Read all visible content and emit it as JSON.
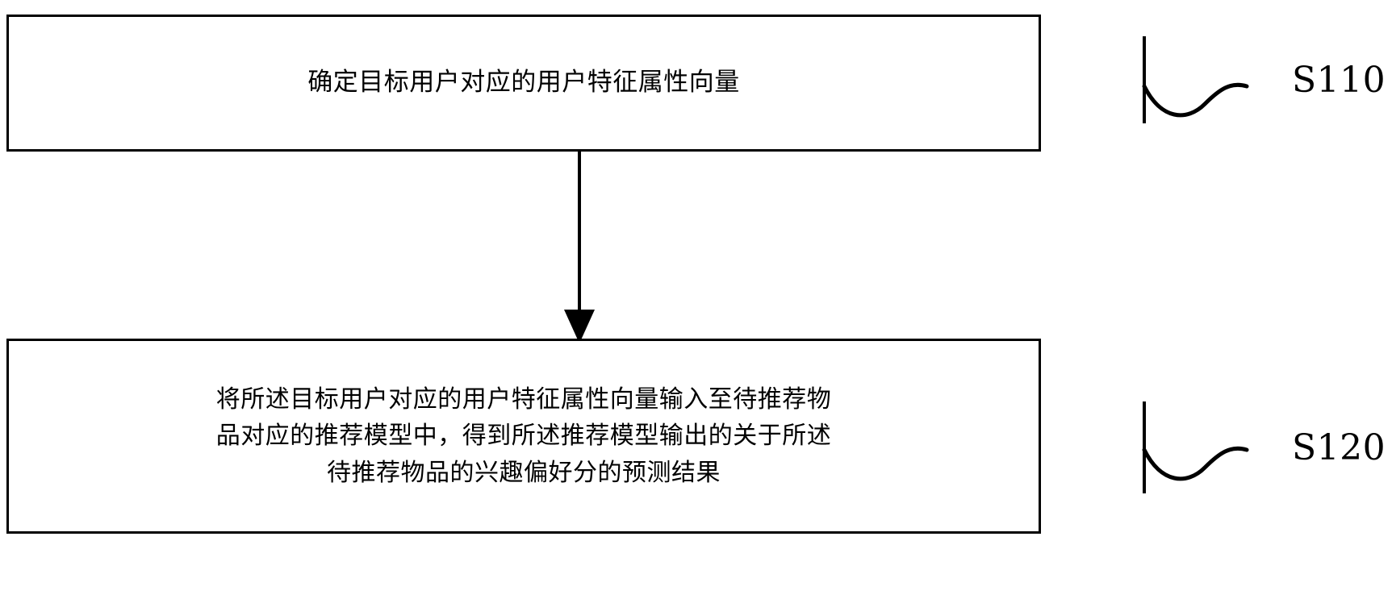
{
  "diagram": {
    "type": "flowchart",
    "orientation": "vertical",
    "background_color": "#ffffff",
    "stroke_color": "#000000",
    "nodes": [
      {
        "id": "s110",
        "shape": "rectangle",
        "text": "确定目标用户对应的用户特征属性向量",
        "step_label": "S110"
      },
      {
        "id": "s120",
        "shape": "rectangle",
        "text": "将所述目标用户对应的用户特征属性向量输入至待推荐物\n品对应的推荐模型中，得到所述推荐模型输出的关于所述\n待推荐物品的兴趣偏好分的预测结果",
        "step_label": "S120"
      }
    ],
    "edges": [
      {
        "id": "edge-s110-s120",
        "from": "s110",
        "to": "s120",
        "style": "solid",
        "arrowhead": "filled-triangle"
      }
    ]
  }
}
